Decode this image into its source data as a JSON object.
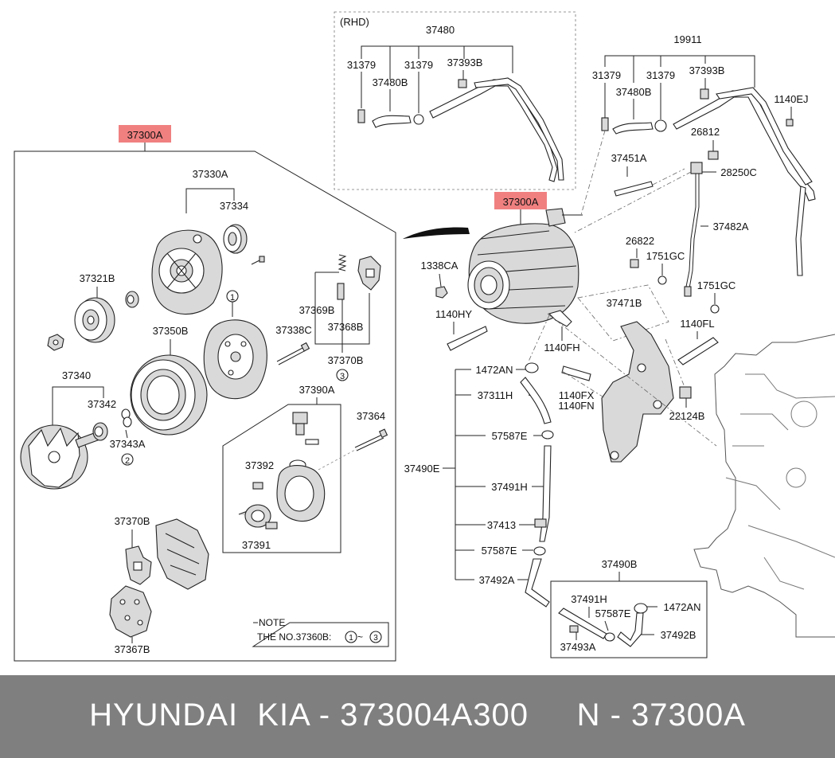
{
  "labels": {
    "rhd": "(RHD)",
    "p37480": "37480",
    "p31379a": "31379",
    "p31379b": "31379",
    "p37393Ba": "37393B",
    "p37480Ba": "37480B",
    "p19911": "19911",
    "p31379c": "31379",
    "p31379d": "31379",
    "p37393Bb": "37393B",
    "p37480Bb": "37480B",
    "p1140EJ": "1140EJ",
    "p26812": "26812",
    "p28250C": "28250C",
    "p37451A": "37451A",
    "p37482A": "37482A",
    "p37300A_left": "37300A",
    "p37300A_right": "37300A",
    "p1338CA": "1338CA",
    "p26822": "26822",
    "p1751GCa": "1751GC",
    "p1751GCb": "1751GC",
    "p1140HY": "1140HY",
    "p37471B": "37471B",
    "p1140FL": "1140FL",
    "p1140FH": "1140FH",
    "p1472ANa": "1472AN",
    "p37311H": "37311H",
    "p1140FX": "1140FX",
    "p1140FN": "1140FN",
    "p22124B": "22124B",
    "p57587Ea": "57587E",
    "p37490E": "37490E",
    "p37491Ha": "37491H",
    "p37413": "37413",
    "p57587Eb": "57587E",
    "p37492Aa": "37492A",
    "p37490B": "37490B",
    "p37491Hb": "37491H",
    "p57587Ec": "57587E",
    "p1472ANb": "1472AN",
    "p37492B": "37492B",
    "p37493A": "37493A",
    "p37330A": "37330A",
    "p37334": "37334",
    "p37321B": "37321B",
    "p37350B": "37350B",
    "p37369B": "37369B",
    "p37368B": "37368B",
    "p37338C": "37338C",
    "p37370Ba": "37370B",
    "p37340": "37340",
    "p37342": "37342",
    "p37343A": "37343A",
    "p37390A": "37390A",
    "p37364": "37364",
    "p37392": "37392",
    "p37391": "37391",
    "p37370Bb": "37370B",
    "p37367B": "37367B",
    "c1": "1",
    "c2": "2",
    "c3": "3",
    "note_title": "NOTE",
    "note_prefix": "THE NO.37360B:",
    "note_c1": "1",
    "note_sep": "~",
    "note_c3": "3"
  },
  "footer": {
    "text": "HYUNDAI  KIA - 373004A300     N - 37300A"
  },
  "colors": {
    "highlight": "#f08080",
    "footer_bg": "#7f7f7f",
    "footer_text": "#ffffff"
  }
}
